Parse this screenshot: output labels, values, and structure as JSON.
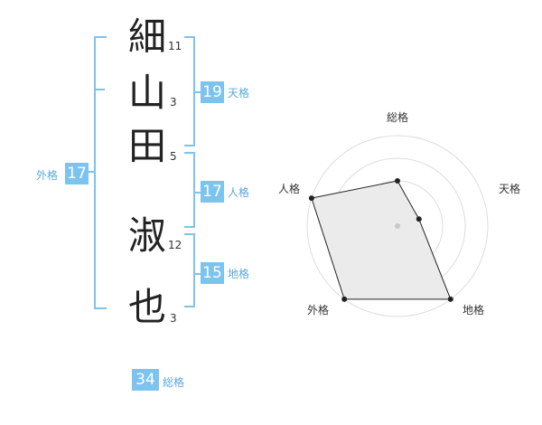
{
  "theme": {
    "accent": "#7cc3ee",
    "label_color": "#5aa9dc",
    "radar_fill": "#ebebeb",
    "grid_color": "#dddddd"
  },
  "name": {
    "chars": [
      {
        "char": "細",
        "strokes": "11"
      },
      {
        "char": "山",
        "strokes": "3"
      },
      {
        "char": "田",
        "strokes": "5"
      },
      {
        "char": "淑",
        "strokes": "12"
      },
      {
        "char": "也",
        "strokes": "3"
      }
    ]
  },
  "fortune": {
    "tenkaku": {
      "value": "19",
      "label": "天格"
    },
    "jinkaku": {
      "value": "17",
      "label": "人格"
    },
    "chikaku": {
      "value": "15",
      "label": "地格"
    },
    "gaikaku": {
      "value": "17",
      "label": "外格"
    },
    "soukaku": {
      "value": "34",
      "label": "総格"
    }
  },
  "chart_data": {
    "type": "radar",
    "axes": [
      "総格",
      "天格",
      "地格",
      "外格",
      "人格"
    ],
    "rings": 4,
    "max": 4,
    "values": [
      2,
      1,
      4,
      4,
      4
    ]
  }
}
